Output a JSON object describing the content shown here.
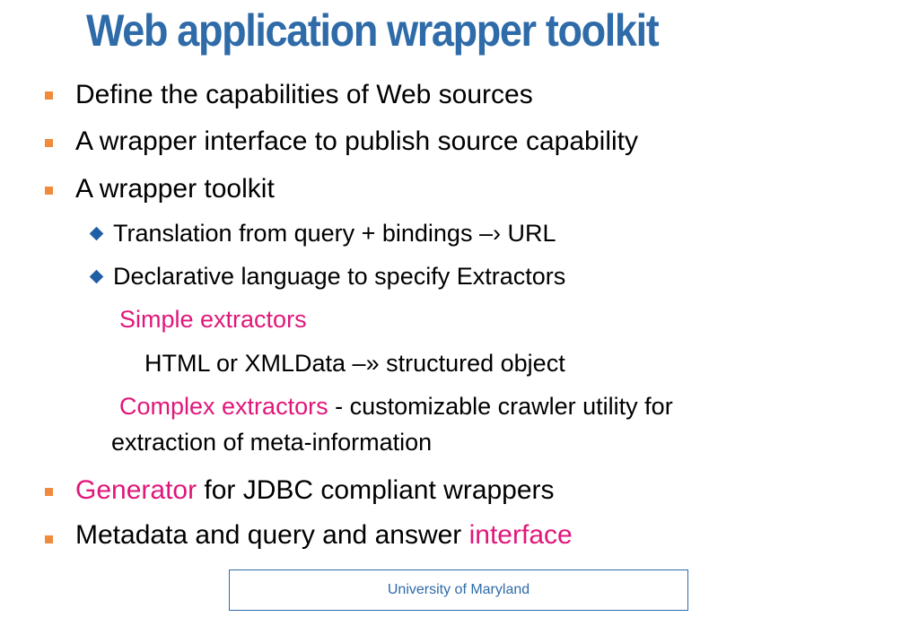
{
  "title": "Web application wrapper toolkit",
  "bullets": {
    "b1": "Define the capabilities of Web sources",
    "b2": "A wrapper interface to publish source capability",
    "b3": "A wrapper toolkit",
    "sub1": "Translation from query + bindings  –› URL",
    "sub2": "Declarative language to specify Extractors",
    "simple_label": "Simple extractors",
    "simple_desc": "HTML or XMLData –» structured object",
    "complex_label": "Complex extractors",
    "complex_desc_1": " - customizable crawler utility for",
    "complex_desc_2": "extraction of meta-information",
    "generator_label": "Generator",
    "generator_rest": " for JDBC compliant wrappers",
    "metadata_text": "Metadata and query and answer ",
    "metadata_highlight": "interface"
  },
  "footer": "University of Maryland",
  "colors": {
    "title": "#2e6ba8",
    "bullet_square": "#f08a3c",
    "bullet_diamond": "#1f5fa6",
    "highlight": "#e0177a"
  },
  "icons": {
    "level1": "orange-square-bullet",
    "level2": "blue-diamond-bullet"
  }
}
